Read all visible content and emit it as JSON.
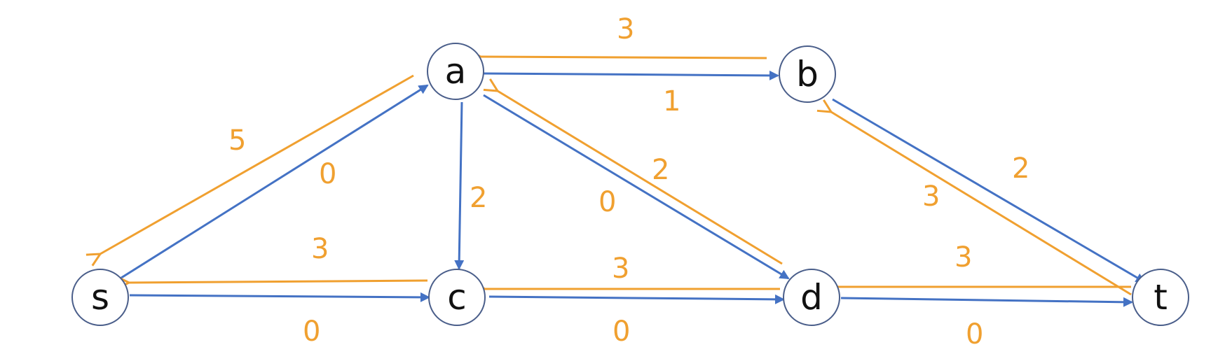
{
  "colors": {
    "forward": "#4472c4",
    "residual": "#f0a030",
    "node_stroke": "#4a5e8a"
  },
  "nodes": {
    "s": "s",
    "a": "a",
    "b": "b",
    "c": "c",
    "d": "d",
    "t": "t"
  },
  "weights": {
    "ab_back": "3",
    "ab_fwd": "1",
    "sa_back": "5",
    "sa_fwd": "0",
    "ac_fwd": "2",
    "ad_fwd": "0",
    "da_back": "2",
    "bt_fwd": "2",
    "tb_back": "3",
    "cs_back": "3",
    "sc_fwd": "0",
    "dc_back": "3",
    "cd_fwd": "0",
    "td_back": "3",
    "dt_fwd": "0"
  }
}
